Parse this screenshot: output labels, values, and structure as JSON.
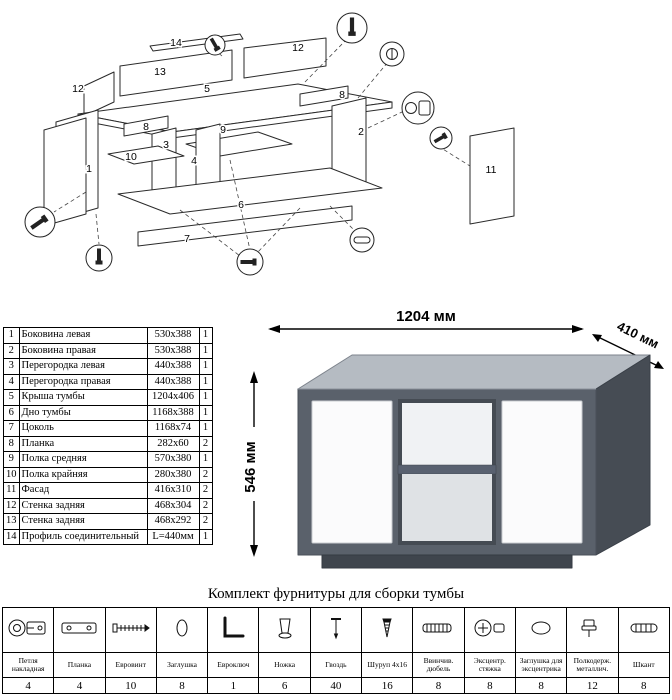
{
  "diagram": {
    "part_labels": [
      "14",
      "13",
      "12",
      "5",
      "12",
      "8",
      "8",
      "9",
      "3",
      "2",
      "10",
      "1",
      "4",
      "6",
      "7",
      "11"
    ],
    "callout_icons": [
      "confirmat-screw",
      "screw",
      "screw",
      "cam-lock",
      "hinge",
      "screw",
      "confirmat-screw",
      "dowel",
      "screw"
    ]
  },
  "parts": {
    "rows": [
      {
        "num": "1",
        "name": "Боковина левая",
        "size": "530x388",
        "qty": "1"
      },
      {
        "num": "2",
        "name": "Боковина правая",
        "size": "530x388",
        "qty": "1"
      },
      {
        "num": "3",
        "name": "Перегородка левая",
        "size": "440x388",
        "qty": "1"
      },
      {
        "num": "4",
        "name": "Перегородка правая",
        "size": "440x388",
        "qty": "1"
      },
      {
        "num": "5",
        "name": "Крыша тумбы",
        "size": "1204x406",
        "qty": "1"
      },
      {
        "num": "6",
        "name": "Дно тумбы",
        "size": "1168x388",
        "qty": "1"
      },
      {
        "num": "7",
        "name": "Цоколь",
        "size": "1168x74",
        "qty": "1"
      },
      {
        "num": "8",
        "name": "Планка",
        "size": "282x60",
        "qty": "2"
      },
      {
        "num": "9",
        "name": "Полка средняя",
        "size": "570x380",
        "qty": "1"
      },
      {
        "num": "10",
        "name": "Полка крайняя",
        "size": "280x380",
        "qty": "2"
      },
      {
        "num": "11",
        "name": "Фасад",
        "size": "416x310",
        "qty": "2"
      },
      {
        "num": "12",
        "name": "Стенка задняя",
        "size": "468x304",
        "qty": "2"
      },
      {
        "num": "13",
        "name": "Стенка задняя",
        "size": "468x292",
        "qty": "2"
      },
      {
        "num": "14",
        "name": "Профиль соединительный",
        "size": "L=440мм",
        "qty": "1"
      }
    ]
  },
  "cabinet": {
    "width": "1204 мм",
    "depth": "410 мм",
    "height": "546 мм"
  },
  "colors": {
    "front": "#5a616b",
    "top": "#b5bbc2",
    "side": "#464c54",
    "door": "#fbfbfc",
    "plinth": "#3f454d",
    "interior_top": "#f0f2f4",
    "interior_bottom": "#dfe2e5",
    "shelf": "#596170"
  },
  "hardware": {
    "title": "Комплект фурнитуры для сборки тумбы",
    "items": [
      {
        "name": "Петля накладная",
        "qty": "4",
        "icon": "hinge-icon"
      },
      {
        "name": "Планка",
        "qty": "4",
        "icon": "plate-icon"
      },
      {
        "name": "Евровинт",
        "qty": "10",
        "icon": "euroscrew-icon"
      },
      {
        "name": "Заглушка",
        "qty": "8",
        "icon": "cap-icon"
      },
      {
        "name": "Евроключ",
        "qty": "1",
        "icon": "hex-key-icon"
      },
      {
        "name": "Ножка",
        "qty": "6",
        "icon": "leg-icon"
      },
      {
        "name": "Гвоздь",
        "qty": "40",
        "icon": "nail-icon"
      },
      {
        "name": "Шуруп 4x16",
        "qty": "16",
        "icon": "screw-icon"
      },
      {
        "name": "Ввинчив. дюбель",
        "qty": "8",
        "icon": "screw-dowel-icon"
      },
      {
        "name": "Эксцентр. стяжка",
        "qty": "8",
        "icon": "cam-lock-icon"
      },
      {
        "name": "Заглушка для эксцентрика",
        "qty": "8",
        "icon": "cam-cap-icon"
      },
      {
        "name": "Полкодерж. металлич.",
        "qty": "12",
        "icon": "shelf-support-icon"
      },
      {
        "name": "Шкант",
        "qty": "8",
        "icon": "dowel-icon"
      }
    ]
  }
}
